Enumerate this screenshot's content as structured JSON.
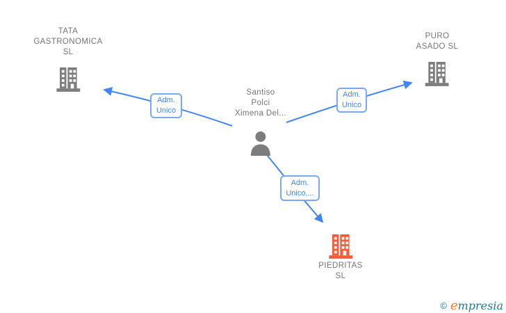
{
  "chart": {
    "person": {
      "lines": [
        "Santiso",
        "Polci",
        "Ximena Del..."
      ]
    },
    "companies": {
      "tata": {
        "lines": [
          "TATA",
          "GASTRONOMICA",
          "SL"
        ]
      },
      "puro": {
        "lines": [
          "PURO",
          "ASADO SL"
        ]
      },
      "piedritas": {
        "lines": [
          "PIEDRITAS",
          "SL"
        ]
      }
    },
    "edge_labels": {
      "left": {
        "lines": [
          "Adm.",
          "Unico"
        ]
      },
      "right": {
        "lines": [
          "Adm.",
          "Unico"
        ]
      },
      "bottom": {
        "lines": [
          "Adm.",
          "Unico,..."
        ]
      }
    }
  },
  "colors": {
    "edge_blue": "#4285f4",
    "edge_label_border": "#79a7f3",
    "edge_label_text": "#4285f4",
    "node_text_gray": "#757575",
    "icon_gray": "#7d7d7d",
    "piedritas_orange": "#f95b39",
    "brand_teal": "#1f7a8c",
    "brand_orange": "#ee7f2d"
  },
  "watermark": {
    "copyright_symbol": "©",
    "brand_first_letter": "e",
    "brand_rest": "mpresia"
  }
}
